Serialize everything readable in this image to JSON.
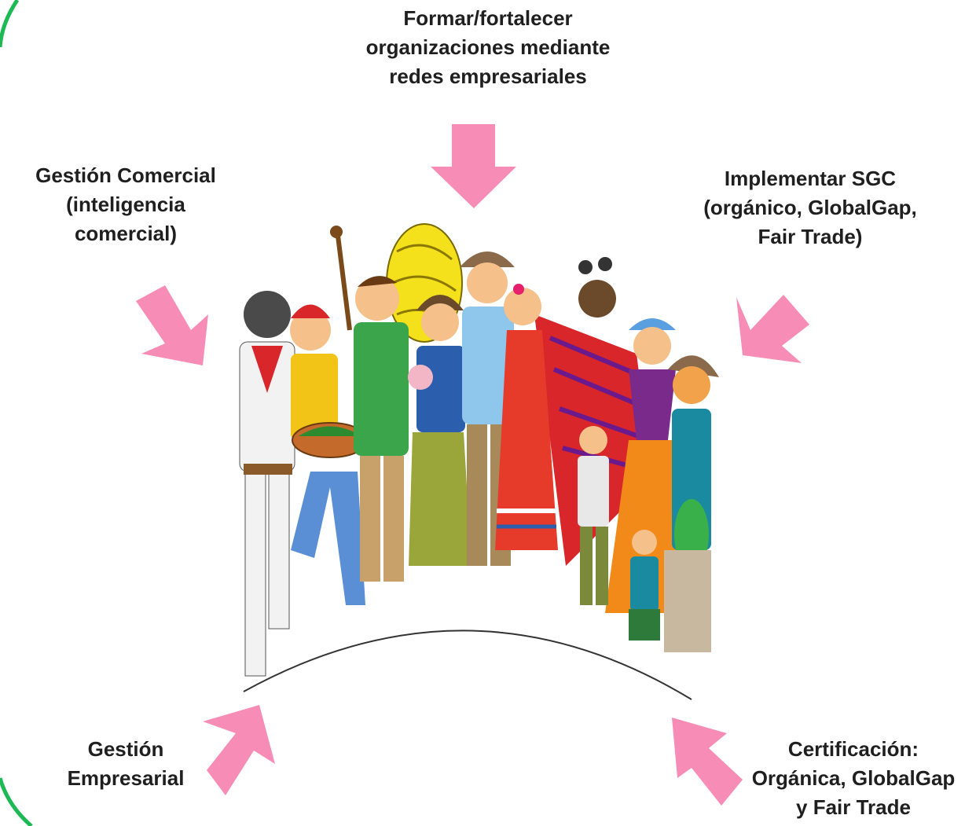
{
  "diagram": {
    "labels": {
      "top": [
        "Formar/fortalecer",
        "organizaciones mediante",
        "redes empresariales"
      ],
      "left": [
        "Gestión Comercial",
        "(inteligencia",
        "comercial)"
      ],
      "right": [
        "Implementar SGC",
        "(orgánico, GlobalGap,",
        "Fair Trade)"
      ],
      "bottom_left": [
        "Gestión",
        "Empresarial"
      ],
      "bottom_right": [
        "Certificación:",
        "Orgánica, GlobalGap",
        "y Fair Trade"
      ]
    },
    "colors": {
      "arrow": "#f78cb6",
      "accent_arc": "#1db954",
      "text": "#1f1f1f"
    },
    "center_image": "group-of-farmers-illustration"
  }
}
